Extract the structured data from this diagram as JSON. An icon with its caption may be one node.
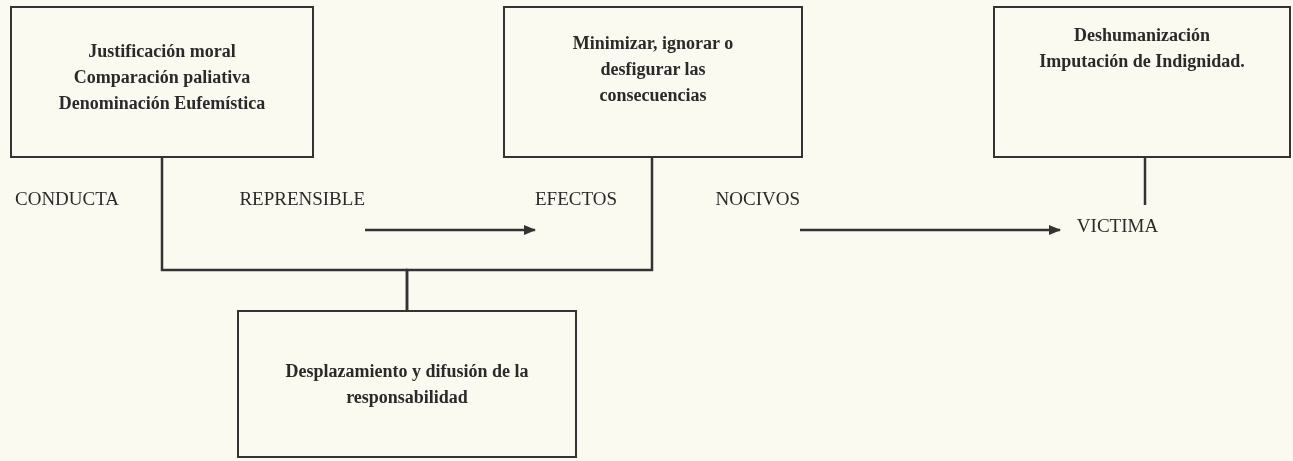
{
  "diagram": {
    "nodes": [
      {
        "text": [
          "Justificación moral",
          "Comparación paliativa",
          "Denominación Eufemística"
        ]
      },
      {
        "text": [
          "Minimizar, ignorar o desfigurar las consecuencias"
        ]
      },
      {
        "text": [
          "Deshumanización",
          "Imputación de Indignidad."
        ]
      },
      {
        "text": [
          "CONDUCTA",
          "REPRENSIBLE"
        ]
      },
      {
        "text": [
          "EFECTOS",
          "NOCIVOS"
        ]
      },
      {
        "text": [
          "VICTIMA"
        ]
      },
      {
        "text": [
          "Desplazamiento y difusión de la responsabilidad"
        ]
      }
    ],
    "edges": [
      {
        "from": 0,
        "to": 6,
        "arrow": "none"
      },
      {
        "from": 1,
        "to": 6,
        "arrow": "none"
      },
      {
        "from": 3,
        "to": 4,
        "arrow": "to"
      },
      {
        "from": 4,
        "to": 5,
        "arrow": "to"
      },
      {
        "from": 2,
        "to": 5,
        "arrow": "none"
      }
    ]
  }
}
